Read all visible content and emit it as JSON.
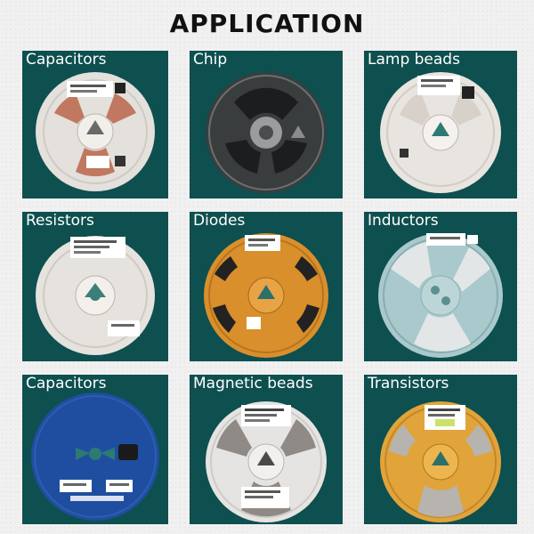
{
  "page": {
    "title": "APPLICATION"
  },
  "tiles": [
    {
      "label": "Capacitors",
      "reel": "white-reel"
    },
    {
      "label": "Chip",
      "reel": "black-reel"
    },
    {
      "label": "Lamp beads",
      "reel": "white-reel"
    },
    {
      "label": "Resistors",
      "reel": "white-reel"
    },
    {
      "label": "Diodes",
      "reel": "orange-reel"
    },
    {
      "label": "Inductors",
      "reel": "teal-reel"
    },
    {
      "label": "Capacitors",
      "reel": "blue-reel"
    },
    {
      "label": "Magnetic beads",
      "reel": "white-reel"
    },
    {
      "label": "Transistors",
      "reel": "orange-reel"
    }
  ],
  "colors": {
    "tile_background": "#0e4f4f",
    "white_reel": "#e4e0dc",
    "black_reel": "#3a3d3e",
    "orange_reel": "#d98f2c",
    "teal_reel": "#a9c9cc",
    "blue_reel": "#1f4ea0"
  }
}
